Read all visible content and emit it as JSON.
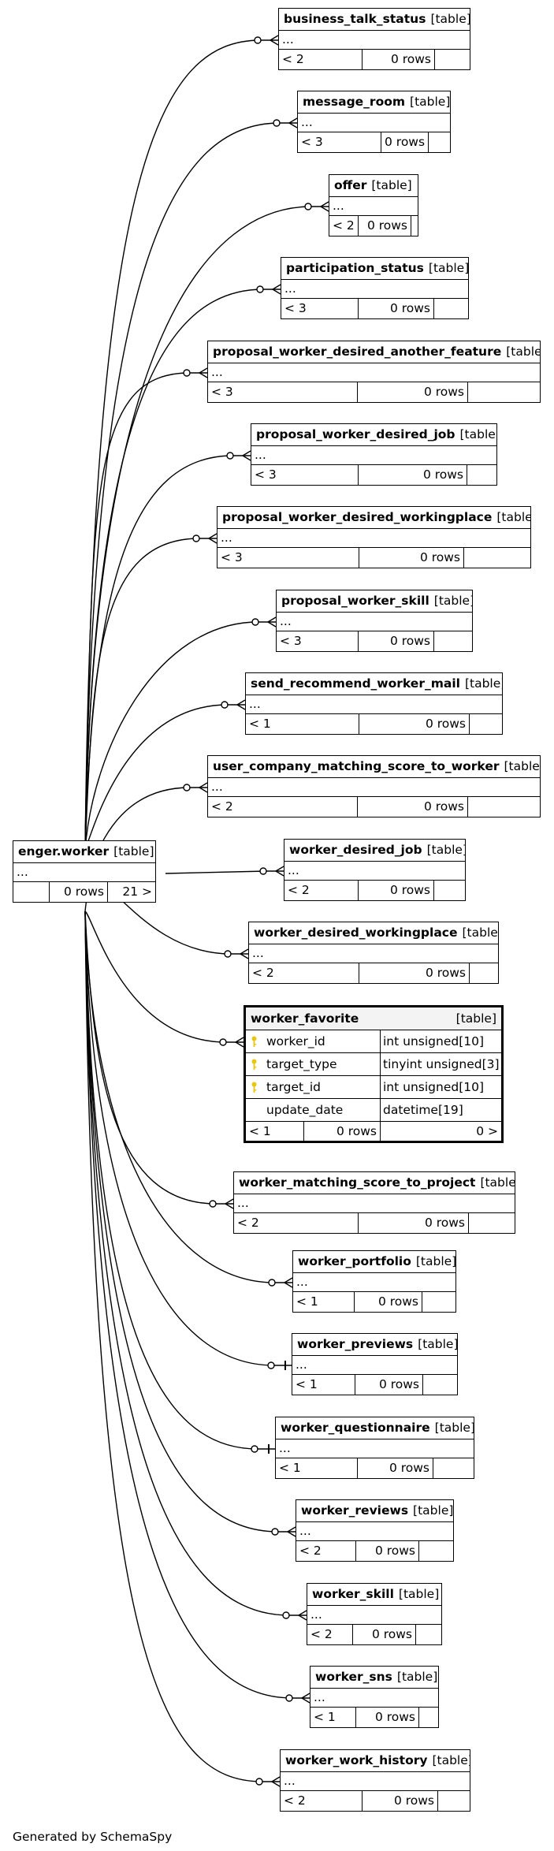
{
  "main_table": {
    "name": "enger.worker",
    "tag": "[table]",
    "elided": "...",
    "footer": [
      "",
      "0 rows",
      "21 >"
    ]
  },
  "child_tables": [
    {
      "name": "business_talk_status",
      "tag": "[table]",
      "elided": "...",
      "footer": [
        "< 2",
        "0 rows",
        ""
      ],
      "relation": "zero-or-many"
    },
    {
      "name": "message_room",
      "tag": "[table]",
      "elided": "...",
      "footer": [
        "< 3",
        "0 rows",
        ""
      ],
      "relation": "zero-or-many"
    },
    {
      "name": "offer",
      "tag": "[table]",
      "elided": "...",
      "footer": [
        "< 2",
        "0 rows",
        ""
      ],
      "relation": "zero-or-many"
    },
    {
      "name": "participation_status",
      "tag": "[table]",
      "elided": "...",
      "footer": [
        "< 3",
        "0 rows",
        ""
      ],
      "relation": "zero-or-many"
    },
    {
      "name": "proposal_worker_desired_another_feature",
      "tag": "[table]",
      "elided": "...",
      "footer": [
        "< 3",
        "0 rows",
        ""
      ],
      "relation": "zero-or-many"
    },
    {
      "name": "proposal_worker_desired_job",
      "tag": "[table]",
      "elided": "...",
      "footer": [
        "< 3",
        "0 rows",
        ""
      ],
      "relation": "zero-or-many"
    },
    {
      "name": "proposal_worker_desired_workingplace",
      "tag": "[table]",
      "elided": "...",
      "footer": [
        "< 3",
        "0 rows",
        ""
      ],
      "relation": "zero-or-many"
    },
    {
      "name": "proposal_worker_skill",
      "tag": "[table]",
      "elided": "...",
      "footer": [
        "< 3",
        "0 rows",
        ""
      ],
      "relation": "zero-or-many"
    },
    {
      "name": "send_recommend_worker_mail",
      "tag": "[table]",
      "elided": "...",
      "footer": [
        "< 1",
        "0 rows",
        ""
      ],
      "relation": "zero-or-many"
    },
    {
      "name": "user_company_matching_score_to_worker",
      "tag": "[table]",
      "elided": "...",
      "footer": [
        "< 2",
        "0 rows",
        ""
      ],
      "relation": "zero-or-many"
    },
    {
      "name": "worker_desired_job",
      "tag": "[table]",
      "elided": "...",
      "footer": [
        "< 2",
        "0 rows",
        ""
      ],
      "relation": "zero-or-many"
    },
    {
      "name": "worker_desired_workingplace",
      "tag": "[table]",
      "elided": "...",
      "footer": [
        "< 2",
        "0 rows",
        ""
      ],
      "relation": "zero-or-many"
    },
    {
      "name": "worker_matching_score_to_project",
      "tag": "[table]",
      "elided": "...",
      "footer": [
        "< 2",
        "0 rows",
        ""
      ],
      "relation": "zero-or-many"
    },
    {
      "name": "worker_portfolio",
      "tag": "[table]",
      "elided": "...",
      "footer": [
        "< 1",
        "0 rows",
        ""
      ],
      "relation": "zero-or-many"
    },
    {
      "name": "worker_previews",
      "tag": "[table]",
      "elided": "...",
      "footer": [
        "< 1",
        "0 rows",
        ""
      ],
      "relation": "zero-or-one"
    },
    {
      "name": "worker_questionnaire",
      "tag": "[table]",
      "elided": "...",
      "footer": [
        "< 1",
        "0 rows",
        ""
      ],
      "relation": "zero-or-one"
    },
    {
      "name": "worker_reviews",
      "tag": "[table]",
      "elided": "...",
      "footer": [
        "< 2",
        "0 rows",
        ""
      ],
      "relation": "zero-or-many"
    },
    {
      "name": "worker_skill",
      "tag": "[table]",
      "elided": "...",
      "footer": [
        "< 2",
        "0 rows",
        ""
      ],
      "relation": "zero-or-many"
    },
    {
      "name": "worker_sns",
      "tag": "[table]",
      "elided": "...",
      "footer": [
        "< 1",
        "0 rows",
        ""
      ],
      "relation": "zero-or-many"
    },
    {
      "name": "worker_work_history",
      "tag": "[table]",
      "elided": "...",
      "footer": [
        "< 2",
        "0 rows",
        ""
      ],
      "relation": "zero-or-many"
    }
  ],
  "focus_table": {
    "name": "worker_favorite",
    "tag": "[table]",
    "relation": "zero-or-many",
    "columns": [
      {
        "name": "worker_id",
        "type": "int unsigned[10]",
        "key": true
      },
      {
        "name": "target_type",
        "type": "tinyint unsigned[3]",
        "key": true
      },
      {
        "name": "target_id",
        "type": "int unsigned[10]",
        "key": true
      },
      {
        "name": "update_date",
        "type": "datetime[19]",
        "key": false
      }
    ],
    "footer": [
      "< 1",
      "0 rows",
      "0 >"
    ]
  },
  "colors": {
    "line": "#000000",
    "key_icon": "#e8c60e",
    "focus_header": "#f3f3f3"
  },
  "credit": "Generated by SchemaSpy"
}
